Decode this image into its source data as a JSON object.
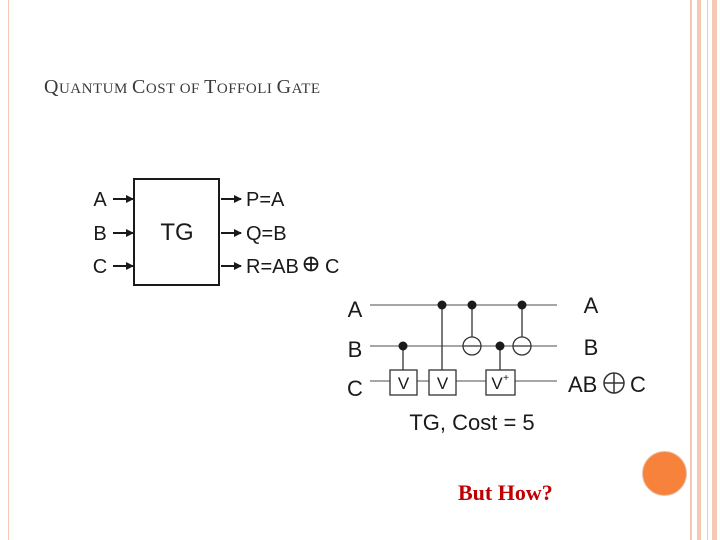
{
  "slide": {
    "title_parts": [
      "Q",
      "UANTUM ",
      "C",
      "OST ",
      "OF ",
      "T",
      "OFFOLI ",
      "G",
      "ATE"
    ],
    "footnote": "But How?"
  },
  "block_diagram": {
    "box_label": "TG",
    "inputs": [
      "A",
      "B",
      "C"
    ],
    "outputs": [
      "P=A",
      "Q=B",
      "R=AB",
      "C"
    ]
  },
  "circuit": {
    "input_labels": [
      "A",
      "B",
      "C"
    ],
    "output_labels": [
      "A",
      "B",
      "AB",
      "C"
    ],
    "gates": [
      "V",
      "V",
      "V"
    ],
    "gate_superscript": "+",
    "caption": "TG, Cost = 5"
  },
  "colors": {
    "frame": "#f4c9b4",
    "accent_dot": "#f7823c",
    "footnote": "#c00000",
    "line": "#888888"
  }
}
